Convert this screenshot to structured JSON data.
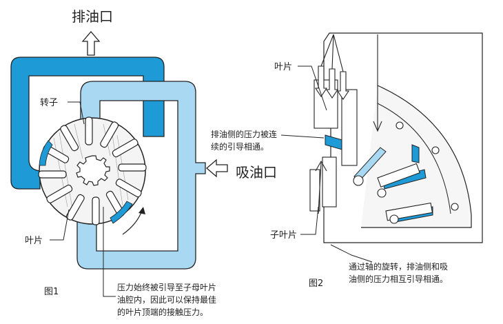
{
  "fig1": {
    "outlet_label": "排油口",
    "inlet_label": "吸油口",
    "rotor_label": "转子",
    "vane_label": "叶片",
    "fig_label": "图1",
    "caption_lines": [
      "压力始终被引导至子母叶片",
      "油腔内，因此可以保持最佳",
      "的叶片顶端的接触压力。"
    ]
  },
  "fig2": {
    "vane_label": "叶片",
    "sub_vane_label": "子叶片",
    "pressure_note_lines": [
      "排油侧的压力被连",
      "续的引导相通。"
    ],
    "fig_label": "图2",
    "caption_lines": [
      "通过轴的旋转，排油侧和吸",
      "油侧的压力相互引导相通。"
    ]
  },
  "colors": {
    "discharge_blue": "#1e9ad6",
    "suction_blue": "#a9d8f2",
    "outline": "#222222",
    "rotor_fill": "#f4f4f4"
  }
}
